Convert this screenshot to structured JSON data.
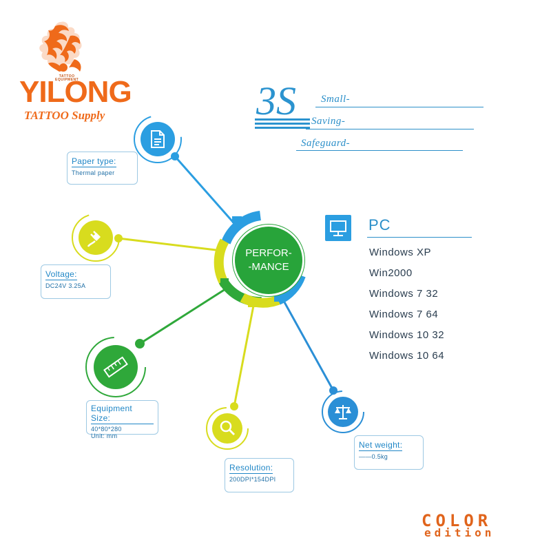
{
  "brand": {
    "name": "YILONG",
    "tagline_top": "TATTOO",
    "tagline_bottom": "EQUIPMENT",
    "subtitle": "TATTOO Supply",
    "color": "#ef6a1a"
  },
  "slogan": {
    "mark": "3S",
    "words": [
      "Small-",
      "Saving-",
      "Safeguard-"
    ],
    "color": "#2b93cf"
  },
  "center": {
    "line1": "PERFOR-",
    "line2": "-MANCE",
    "color": "#28a43a"
  },
  "specs": {
    "paper": {
      "title": "Paper type:",
      "value": "Thermal paper",
      "icon": "document-icon",
      "color": "#2b9ee1"
    },
    "voltage": {
      "title": "Voltage:",
      "value": "DC24V 3.25A",
      "icon": "power-plug-icon",
      "color": "#d8dc1e"
    },
    "size": {
      "title": "Equipment Size:",
      "value": "40*80*280",
      "value2": "Unit:  mm",
      "icon": "ruler-icon",
      "color": "#2fa83a"
    },
    "resolution": {
      "title": "Resolution:",
      "value": "200DPI*154DPI",
      "icon": "magnifier-icon",
      "color": "#d8dc1e"
    },
    "weight": {
      "title": "Net weight:",
      "value": "——0.5kg",
      "icon": "scale-icon",
      "color": "#2b8fd6"
    }
  },
  "pc": {
    "title": "PC",
    "icon": "monitor-icon",
    "os": [
      "Windows XP",
      "Win2000",
      "Windows 7 32",
      "Windows 7 64",
      "Windows 10 32",
      "Windows 10 64"
    ]
  },
  "edition": {
    "word1": "COLOR",
    "word2": "edition",
    "color": "#e0641c"
  }
}
